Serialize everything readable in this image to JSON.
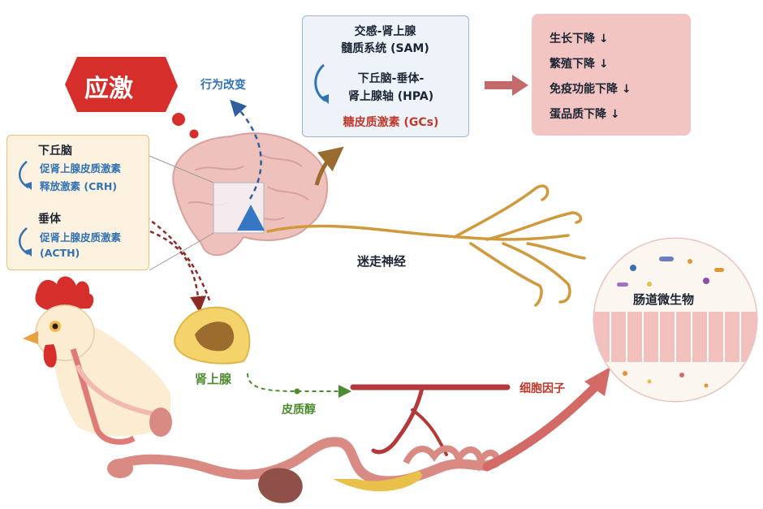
{
  "stress_label": "应激",
  "behavior_change": "行为改变",
  "axes_box": {
    "line1": "交感-肾上腺",
    "line2": "髓质系统 (SAM)",
    "line3": "下丘脑-垂体-",
    "line4": "肾上腺轴 (HPA)",
    "line5": "糖皮质激素 (GCs)"
  },
  "outcomes": [
    "生长下降 ↓",
    "繁殖下降 ↓",
    "免疫功能下降 ↓",
    "蛋品质下降 ↓"
  ],
  "hypothalamus_box": {
    "hypothalamus": "下丘脑",
    "crh_line1": "促肾上腺皮质激素",
    "crh_line2": "释放激素 (CRH)",
    "pituitary": "垂体",
    "acth_line1": "促肾上腺皮质激素",
    "acth_line2": "(ACTH)"
  },
  "vagus_nerve": "迷走神经",
  "adrenal_gland": "肾上腺",
  "cortisol": "皮质醇",
  "cytokines": "细胞因子",
  "gut_microbiota": "肠道微生物",
  "colors": {
    "stress_red": "#d62f2b",
    "outcome_pink": "#f2c5c3",
    "blue_text": "#3173b4",
    "green_text": "#4c8c2e",
    "nerve_gold": "#d09a3c",
    "brain_pink": "#efc1bd",
    "gut_pink": "#d98a83"
  }
}
